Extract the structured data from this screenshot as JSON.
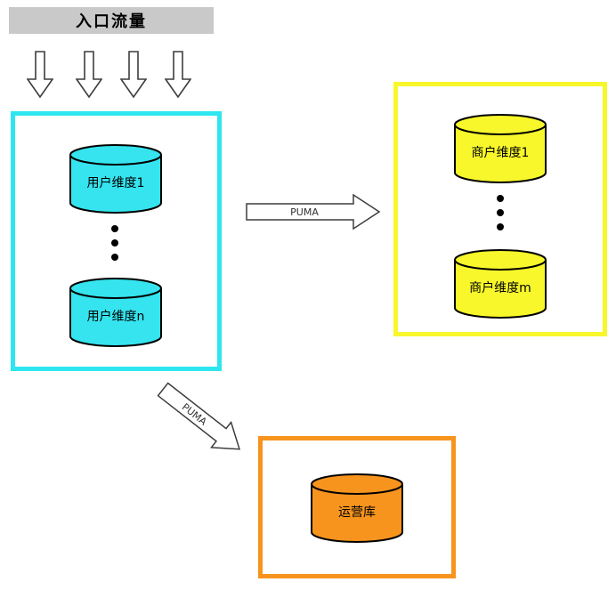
{
  "banner": {
    "label": "入口流量"
  },
  "user_box": {
    "cylinders": [
      {
        "label": "用户维度1"
      },
      {
        "label": "用户维度n"
      }
    ]
  },
  "merchant_box": {
    "cylinders": [
      {
        "label": "商户维度1"
      },
      {
        "label": "商户维度m"
      }
    ]
  },
  "ops_box": {
    "cylinder": {
      "label": "运营库"
    }
  },
  "arrows": {
    "puma_horizontal_label": "PUMA",
    "puma_diagonal_label": "PUMA",
    "entry_arrow_count": 4
  },
  "colors": {
    "banner_bg": "#c9c9c9",
    "user_accent": "#35e4ee",
    "merchant_accent": "#f7f72b",
    "ops_accent": "#f7941e",
    "outline": "#000000",
    "arrow_outline": "#3d3d3d",
    "background": "#ffffff"
  }
}
